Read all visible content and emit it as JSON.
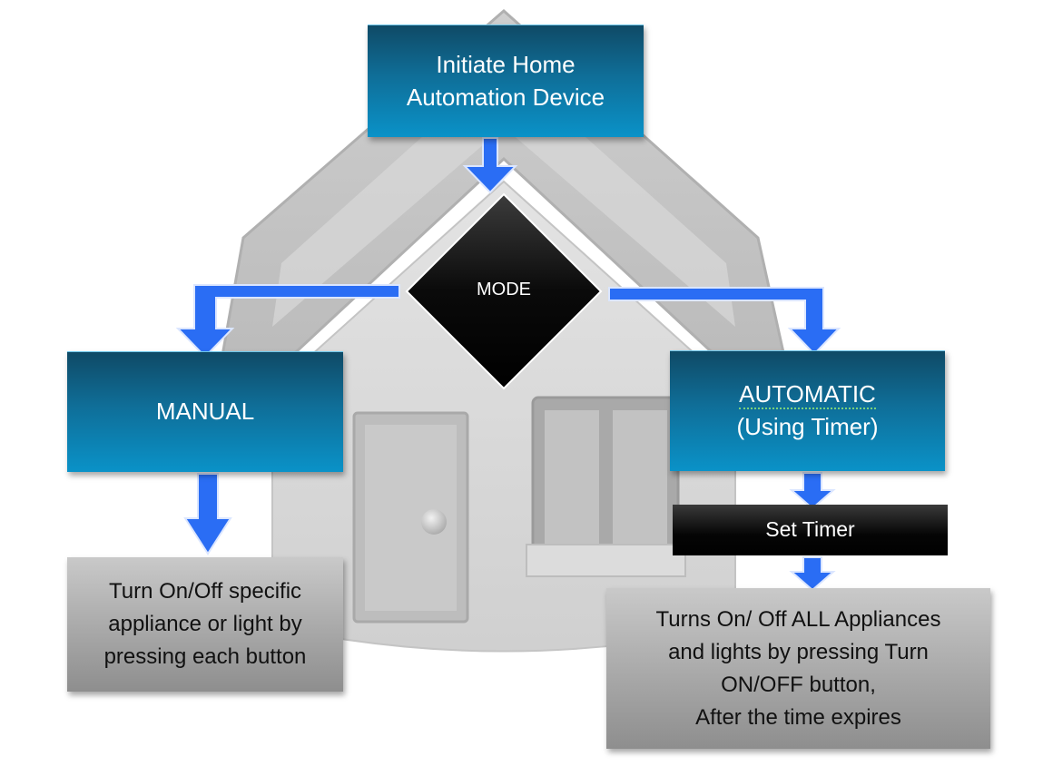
{
  "diagram": {
    "nodes": {
      "initiate": {
        "line1": "Initiate Home",
        "line2": "Automation Device"
      },
      "mode": {
        "label": "MODE"
      },
      "manual": {
        "label": "MANUAL"
      },
      "automatic": {
        "line1": "AUTOMATIC",
        "line2": "(Using Timer)"
      },
      "set_timer": {
        "label": "Set Timer"
      },
      "manual_desc": {
        "line1": "Turn On/Off specific",
        "line2": "appliance or light by",
        "line3": "pressing each button"
      },
      "auto_desc": {
        "line1": "Turns On/ Off ALL Appliances",
        "line2": "and lights by pressing Turn",
        "line3": "ON/OFF button,",
        "line4": "After the time expires"
      }
    },
    "colors": {
      "arrow": "#2a6df4",
      "process_box": "#0f6e98",
      "decision": "#000000",
      "description_box": "#a8a8a8",
      "house": "#c8c8c8"
    }
  }
}
